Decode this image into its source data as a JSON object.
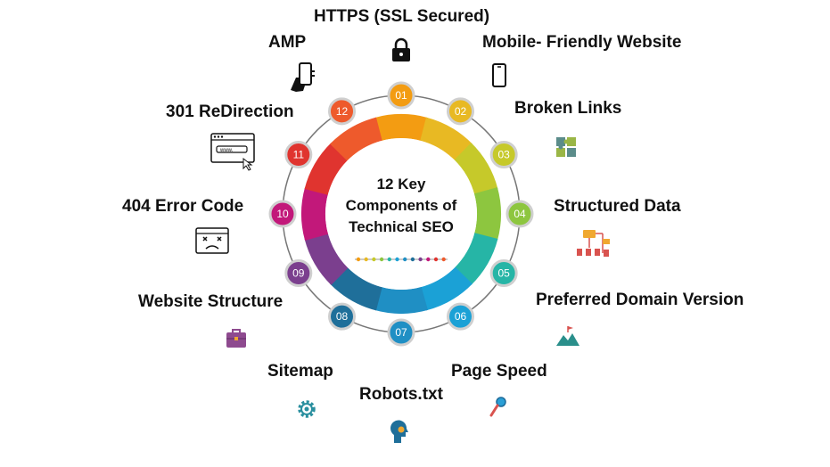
{
  "center": {
    "line1": "12 Key",
    "line2": "Components of",
    "line3": "Technical SEO"
  },
  "items": [
    {
      "num": "01",
      "label": "HTTPS (SSL Secured)",
      "color": "#f39c12",
      "icon": "padlock-icon"
    },
    {
      "num": "02",
      "label": "Mobile- Friendly Website",
      "color": "#e8b923",
      "icon": "smartphone-icon"
    },
    {
      "num": "03",
      "label": "Broken Links",
      "color": "#c6c92a",
      "icon": "puzzle-icon"
    },
    {
      "num": "04",
      "label": "Structured Data",
      "color": "#8dc63f",
      "icon": "hierarchy-icon"
    },
    {
      "num": "05",
      "label": "Preferred Domain Version",
      "color": "#26b5a6",
      "icon": "mountain-flag-icon"
    },
    {
      "num": "06",
      "label": "Page Speed",
      "color": "#1ba1d6",
      "icon": "magnifier-icon"
    },
    {
      "num": "07",
      "label": "Robots.txt",
      "color": "#1f8fc4",
      "icon": "brain-gear-icon"
    },
    {
      "num": "08",
      "label": "Sitemap",
      "color": "#1f6f9a",
      "icon": "gear-icon"
    },
    {
      "num": "09",
      "label": "Website Structure",
      "color": "#7b3f8e",
      "icon": "briefcase-icon"
    },
    {
      "num": "10",
      "label": "404 Error Code",
      "color": "#c2187a",
      "icon": "sad-browser-icon"
    },
    {
      "num": "11",
      "label": "301 ReDirection",
      "color": "#e0342f",
      "icon": "browser-cursor-icon"
    },
    {
      "num": "12",
      "label": "AMP",
      "color": "#ee5a2c",
      "icon": "hand-phone-icon"
    }
  ]
}
